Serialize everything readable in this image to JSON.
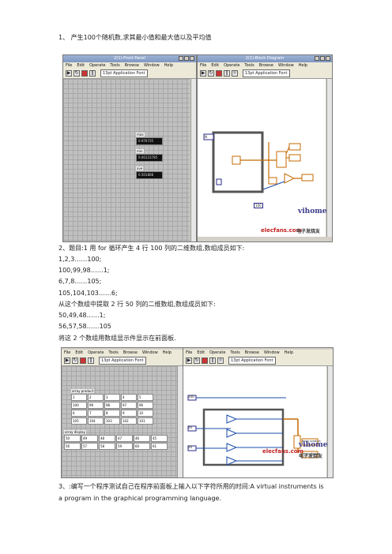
{
  "q1": {
    "text": "1、 产生100个随机数,求其最小值和最大值以及平均值"
  },
  "fig1": {
    "front_title": "2(1)-Front Panel",
    "block_title": "2(1)-Block Diagram",
    "menu": [
      "File",
      "Edit",
      "Operate",
      "Tools",
      "Browse",
      "Window",
      "Help"
    ],
    "font_select": "13pt Application Font",
    "indicators": [
      {
        "label": "max",
        "value": "0.976735"
      },
      {
        "label": "min",
        "value": "0.00123785"
      },
      {
        "label": "ave",
        "value": "0.501808"
      }
    ],
    "const_100": "100",
    "loop_count": "N",
    "watermark": "vihome",
    "site": "elecfans.com",
    "site_cn": "电子发烧友"
  },
  "q2": {
    "lines": [
      "2、题目:1 用 for 循环产生 4 行 100 列的二维数组,数组成员如下:",
      "1,2,3……100;",
      "100,99,98……1;",
      "6,7,8……105;",
      "105,104,103……6;",
      "从这个数组中提取 2 行 50 列的二维数组,数组成员如下:",
      "50,49,48……1;",
      "56,57,58……105",
      "将这 2 个数组用数组显示件显示在前面板."
    ]
  },
  "fig2": {
    "menu": [
      "File",
      "Edit",
      "Operate",
      "Tools",
      "Browse",
      "Window",
      "Help"
    ],
    "font_select": "13pt Application Font",
    "array_label": "array product",
    "array_rows": [
      [
        "1",
        "2",
        "3",
        "4",
        "5"
      ],
      [
        "100",
        "99",
        "98",
        "97",
        "96"
      ],
      [
        "6",
        "7",
        "8",
        "9",
        "10"
      ],
      [
        "105",
        "104",
        "103",
        "102",
        "101"
      ]
    ],
    "display_label": "array display",
    "display_rows": [
      [
        "50",
        "49",
        "48",
        "47",
        "46",
        "45"
      ],
      [
        "56",
        "57",
        "58",
        "59",
        "60",
        "61"
      ]
    ],
    "consts": [
      "100",
      "50",
      "50"
    ],
    "block_labels": [
      "array product",
      "array display"
    ],
    "watermark": "vihome",
    "site": "elecfans.com",
    "site_cn": "电子发烧友"
  },
  "q3": {
    "lines": [
      "3、:编写一个程序测试自己在程序前面板上输入以下字符所用的时间:A virtual instruments is",
      "a program in the graphical programming language."
    ]
  }
}
